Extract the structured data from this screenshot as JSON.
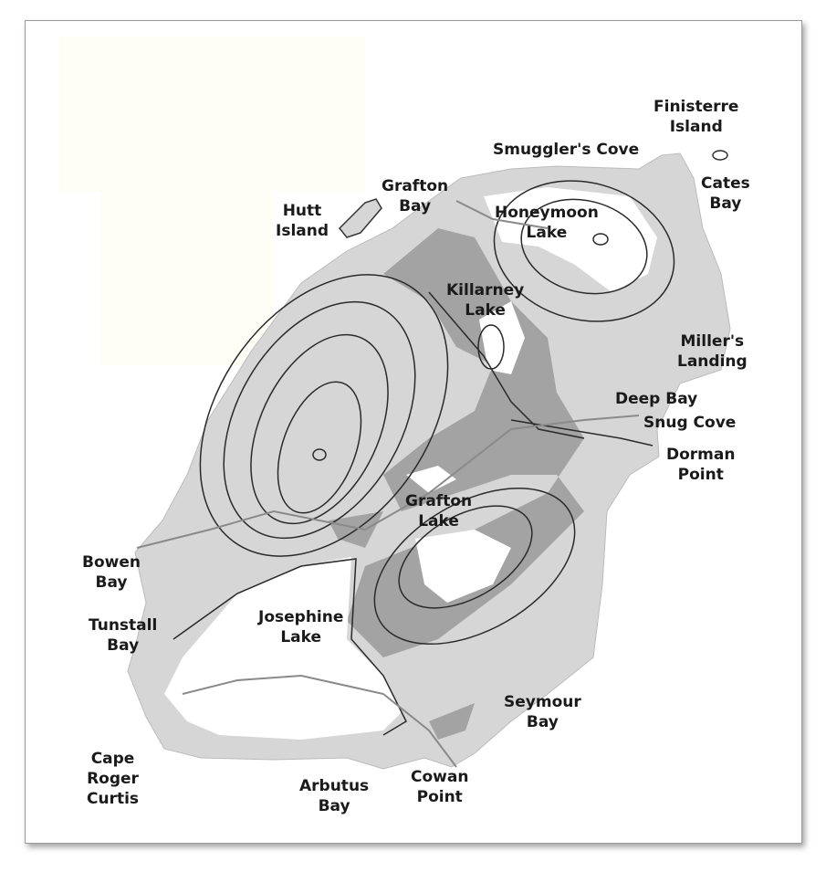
{
  "map": {
    "labels": {
      "finisterre": "Finisterre\nIsland",
      "smugglers": "Smuggler's Cove",
      "cates": "Cates\nBay",
      "grafton_bay": "Grafton\nBay",
      "hutt": "Hutt\nIsland",
      "honeymoon": "Honeymoon\nLake",
      "killarney": "Killarney\nLake",
      "millers": "Miller's\nLanding",
      "deep_bay": "Deep Bay",
      "snug_cove": "Snug Cove",
      "dorman": "Dorman\nPoint",
      "grafton_lake": "Grafton\nLake",
      "bowen": "Bowen\nBay",
      "josephine": "Josephine\nLake",
      "tunstall": "Tunstall\nBay",
      "seymour": "Seymour\nBay",
      "cape": "Cape\nRoger\nCurtis",
      "arbutus": "Arbutus\nBay",
      "cowan": "Cowan\nPoint"
    },
    "colors": {
      "land": "#d6d6d6",
      "dark": "#a3a3a3",
      "line": "#2a2a2a",
      "road": "#8a8a8a"
    }
  }
}
